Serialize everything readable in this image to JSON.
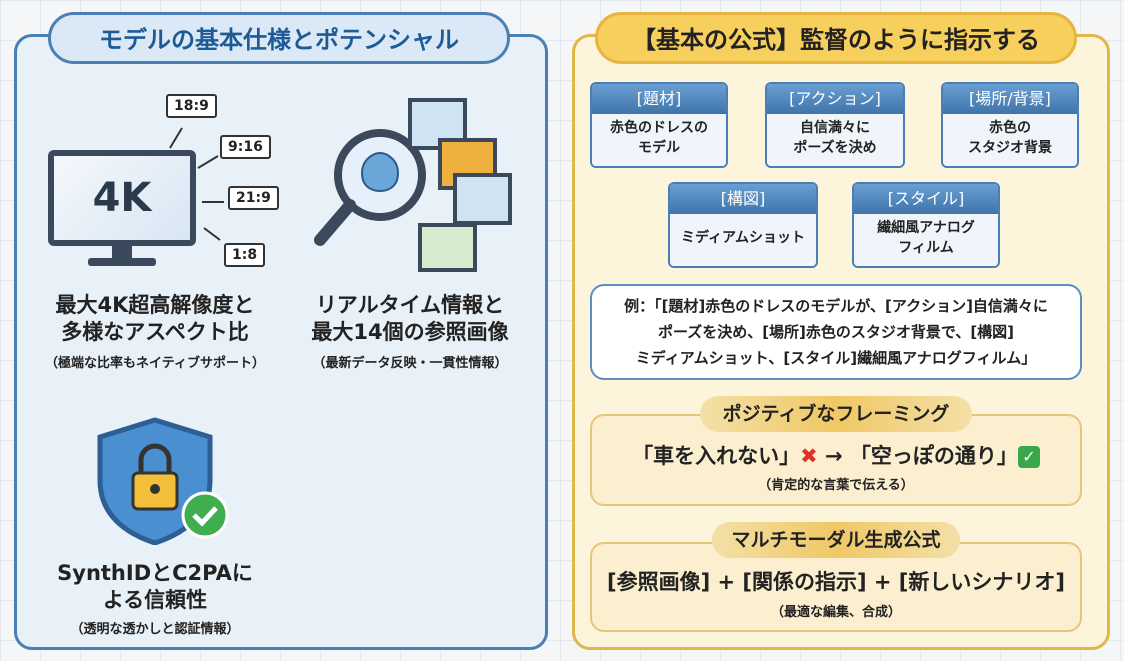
{
  "left": {
    "title": "モデルの基本仕様とポテンシャル",
    "monitor_label": "4K",
    "ratios": [
      "18:9",
      "9:16",
      "21:9",
      "1:8"
    ],
    "feature1": {
      "line1": "最大4K超高解像度と",
      "line2": "多様なアスペクト比",
      "sub": "（極端な比率もネイティブサポート）"
    },
    "feature2": {
      "line1": "リアルタイム情報と",
      "line2": "最大14個の参照画像",
      "sub": "（最新データ反映・一貫性情報）"
    },
    "feature3": {
      "line1": "SynthIDとC2PAに",
      "line2": "よる信頼性",
      "sub": "（透明な透かしと認証情報）"
    }
  },
  "right": {
    "title": "【基本の公式】監督のように指示する",
    "boxes": [
      {
        "head": "[題材]",
        "body1": "赤色のドレスの",
        "body2": "モデル"
      },
      {
        "head": "[アクション]",
        "body1": "自信満々に",
        "body2": "ポーズを決め"
      },
      {
        "head": "[場所/背景]",
        "body1": "赤色の",
        "body2": "スタジオ背景"
      },
      {
        "head": "[構図]",
        "body1": "ミディアムショット",
        "body2": ""
      },
      {
        "head": "[スタイル]",
        "body1": "繊細風アナログ",
        "body2": "フィルム"
      }
    ],
    "example": {
      "line1": "例：「[題材]赤色のドレスのモデルが、[アクション]自信満々に",
      "line2": "ポーズを決め、[場所]赤色のスタジオ背景で、[構図]",
      "line3": "ミディアムショット、[スタイル]繊細風アナログフィルム」"
    },
    "positive": {
      "title": "ポジティブなフレーミング",
      "bad": "「車を入れない」",
      "arrow": "→",
      "good": "「空っぽの通り」",
      "sub": "（肯定的な言葉で伝える）"
    },
    "multimodal": {
      "title": "マルチモーダル生成公式",
      "formula": "[参照画像] + [関係の指示] + [新しいシナリオ]",
      "sub": "（最適な編集、合成）"
    }
  }
}
